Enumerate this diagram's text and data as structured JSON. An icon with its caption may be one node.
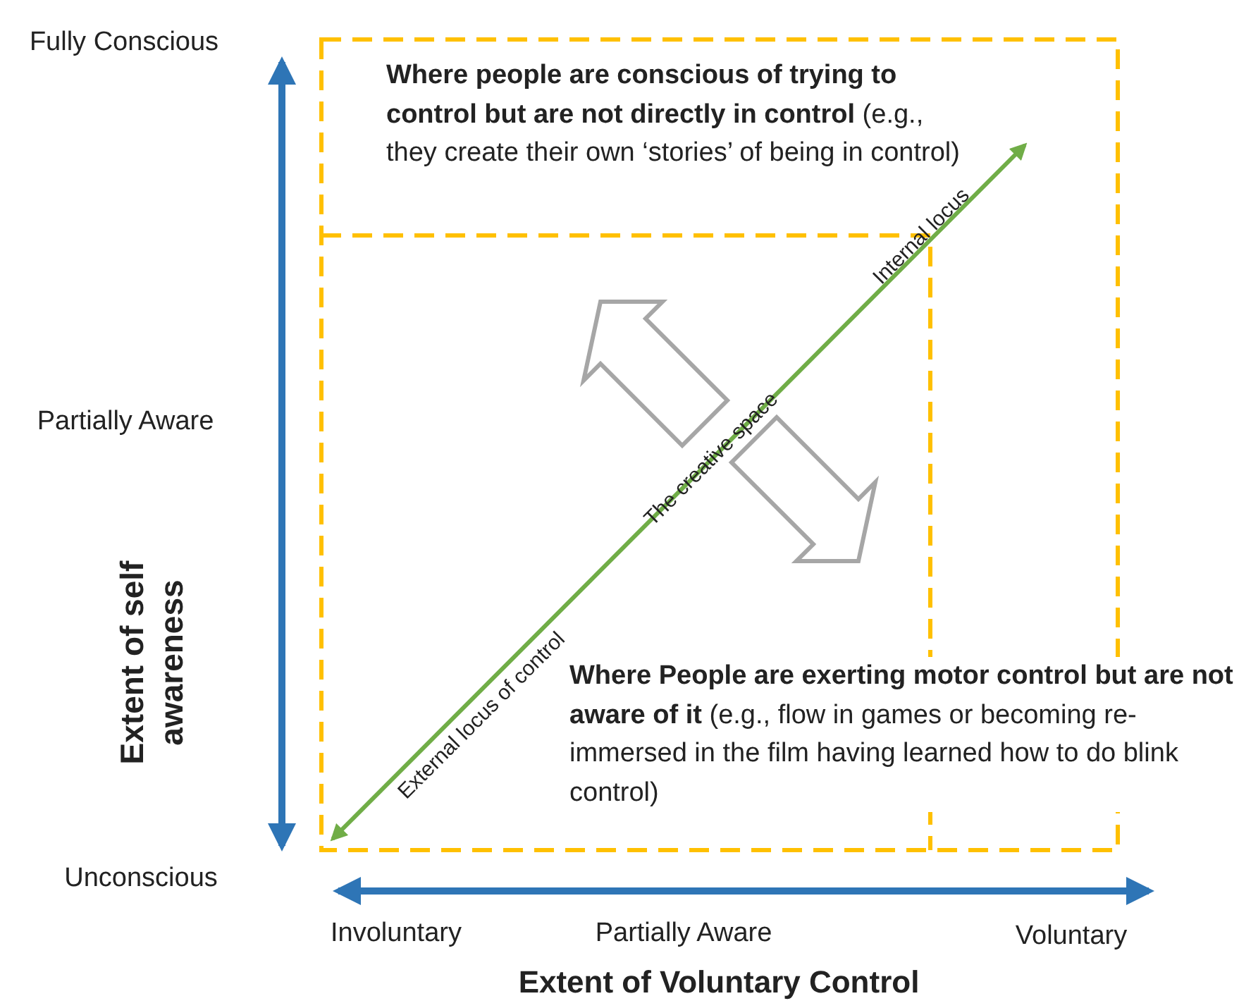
{
  "diagram": {
    "nodes": [
      {
        "text": [
          "**Where people are conscious of trying to control but are not directly in control** (e.g., they create their own ‘stories’ of being in control)"
        ]
      },
      {
        "text": [
          "**Where People are exerting motor control but are not aware of it** (e.g., flow in games or becoming re-immersed in the film having learned how to do blink control)"
        ]
      }
    ],
    "edges": [],
    "labels": [
      "Fully Conscious",
      "Partially Aware",
      "Unconscious",
      "Extent of self awareness",
      "Involuntary",
      "Partially Aware",
      "Voluntary",
      "Extent of Voluntary Control",
      "External locus of control",
      "The creative space",
      "Internal locus"
    ]
  }
}
